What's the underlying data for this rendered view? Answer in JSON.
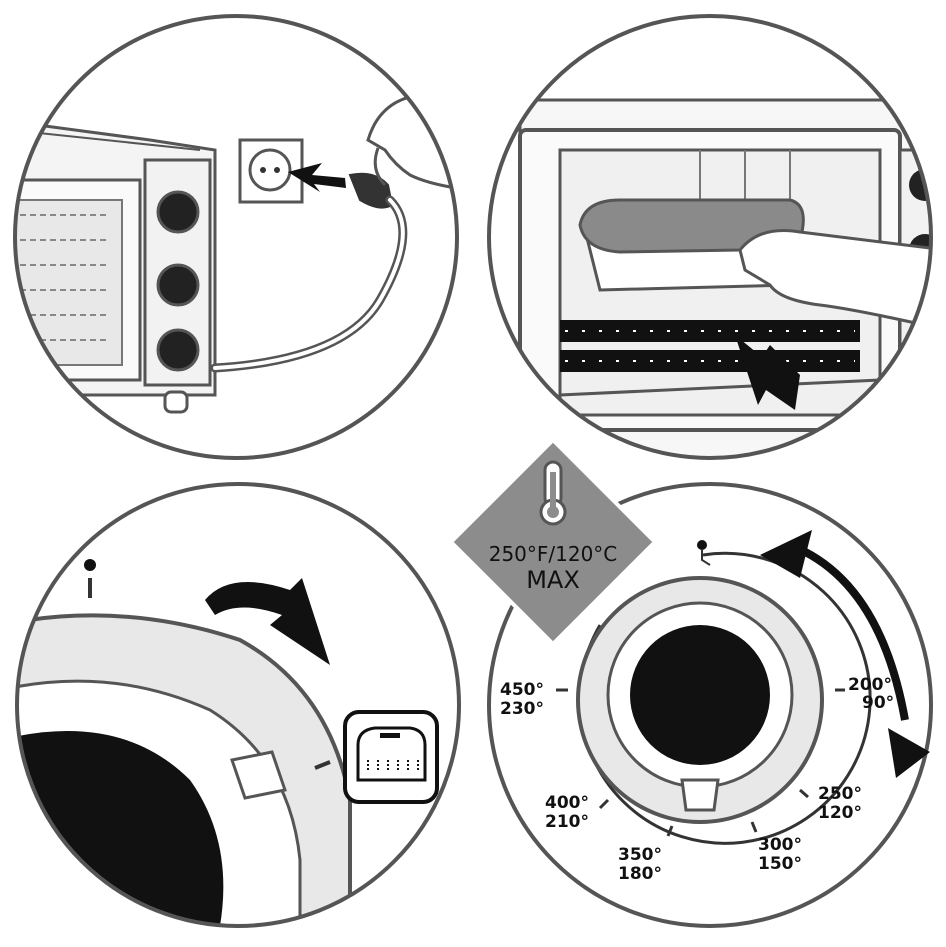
{
  "panels": {
    "plug_in": {
      "label": "plug-in-step"
    },
    "insert_tray": {
      "label": "insert-tray-step"
    },
    "turn_knob": {
      "label": "turn-knob-step"
    },
    "set_temperature": {
      "label": "set-temperature-step"
    }
  },
  "badge": {
    "temperature": "250°F/120°C",
    "max": "MAX"
  },
  "dial_marks": [
    {
      "f": "200°",
      "c": "90°"
    },
    {
      "f": "250°",
      "c": "120°"
    },
    {
      "f": "300°",
      "c": "150°"
    },
    {
      "f": "350°",
      "c": "180°"
    },
    {
      "f": "400°",
      "c": "210°"
    },
    {
      "f": "450°",
      "c": "230°"
    }
  ],
  "colors": {
    "line": "#555555",
    "fill_light": "#e6e6e6",
    "fill_dark": "#111111",
    "badge_bg": "#8c8c8c"
  },
  "icons": [
    "thermometer-icon",
    "toast-mode-icon",
    "power-outlet-icon",
    "rotate-arrow-icon"
  ]
}
